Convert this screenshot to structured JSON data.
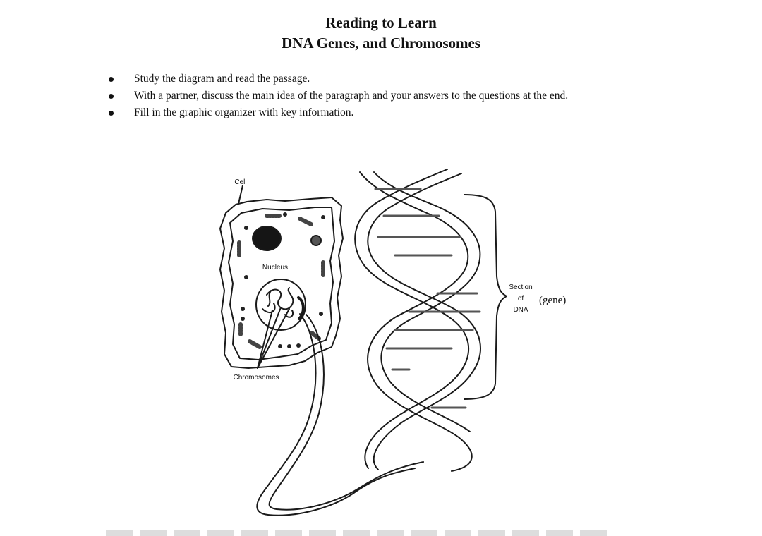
{
  "header": {
    "title_line1": "Reading to Learn",
    "title_line2": "DNA Genes, and Chromosomes"
  },
  "instructions": [
    "Study the diagram and read the passage.",
    "With a partner, discuss the main idea of the paragraph and your answers to the questions at the end.",
    "Fill in the graphic organizer with key information."
  ],
  "diagram": {
    "cell_label": "Cell",
    "nucleus_label": "Nucleus",
    "chromosomes_label": "Chromosomes",
    "section_label_line1": "Section",
    "section_label_line2": "of",
    "section_label_line3": "DNA",
    "gene_label": "(gene)"
  }
}
